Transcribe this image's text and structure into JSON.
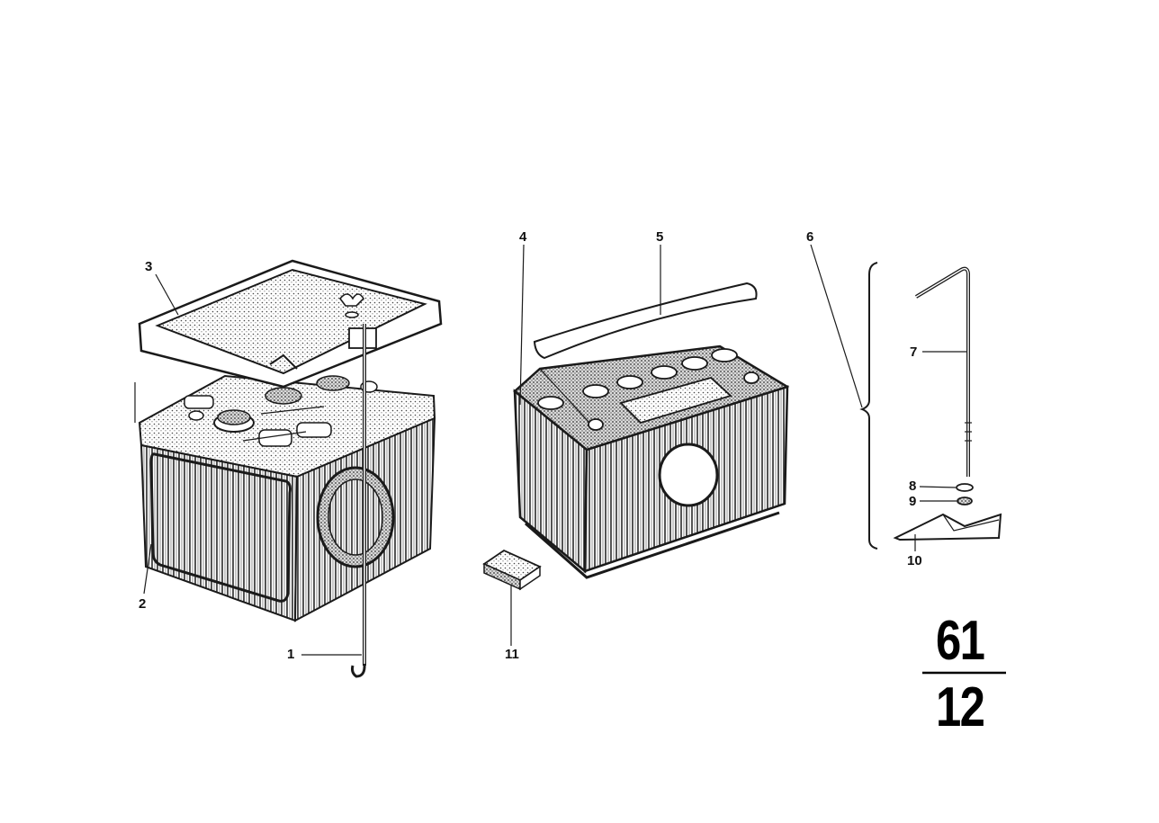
{
  "callouts": [
    "1",
    "2",
    "3",
    "4",
    "5",
    "6",
    "7",
    "8",
    "9",
    "10",
    "11"
  ],
  "group": {
    "top": "61",
    "bottom": "12"
  },
  "colors": {
    "ink": "#1a1a1a",
    "background": "#ffffff",
    "shade": "#6b6b6b"
  }
}
